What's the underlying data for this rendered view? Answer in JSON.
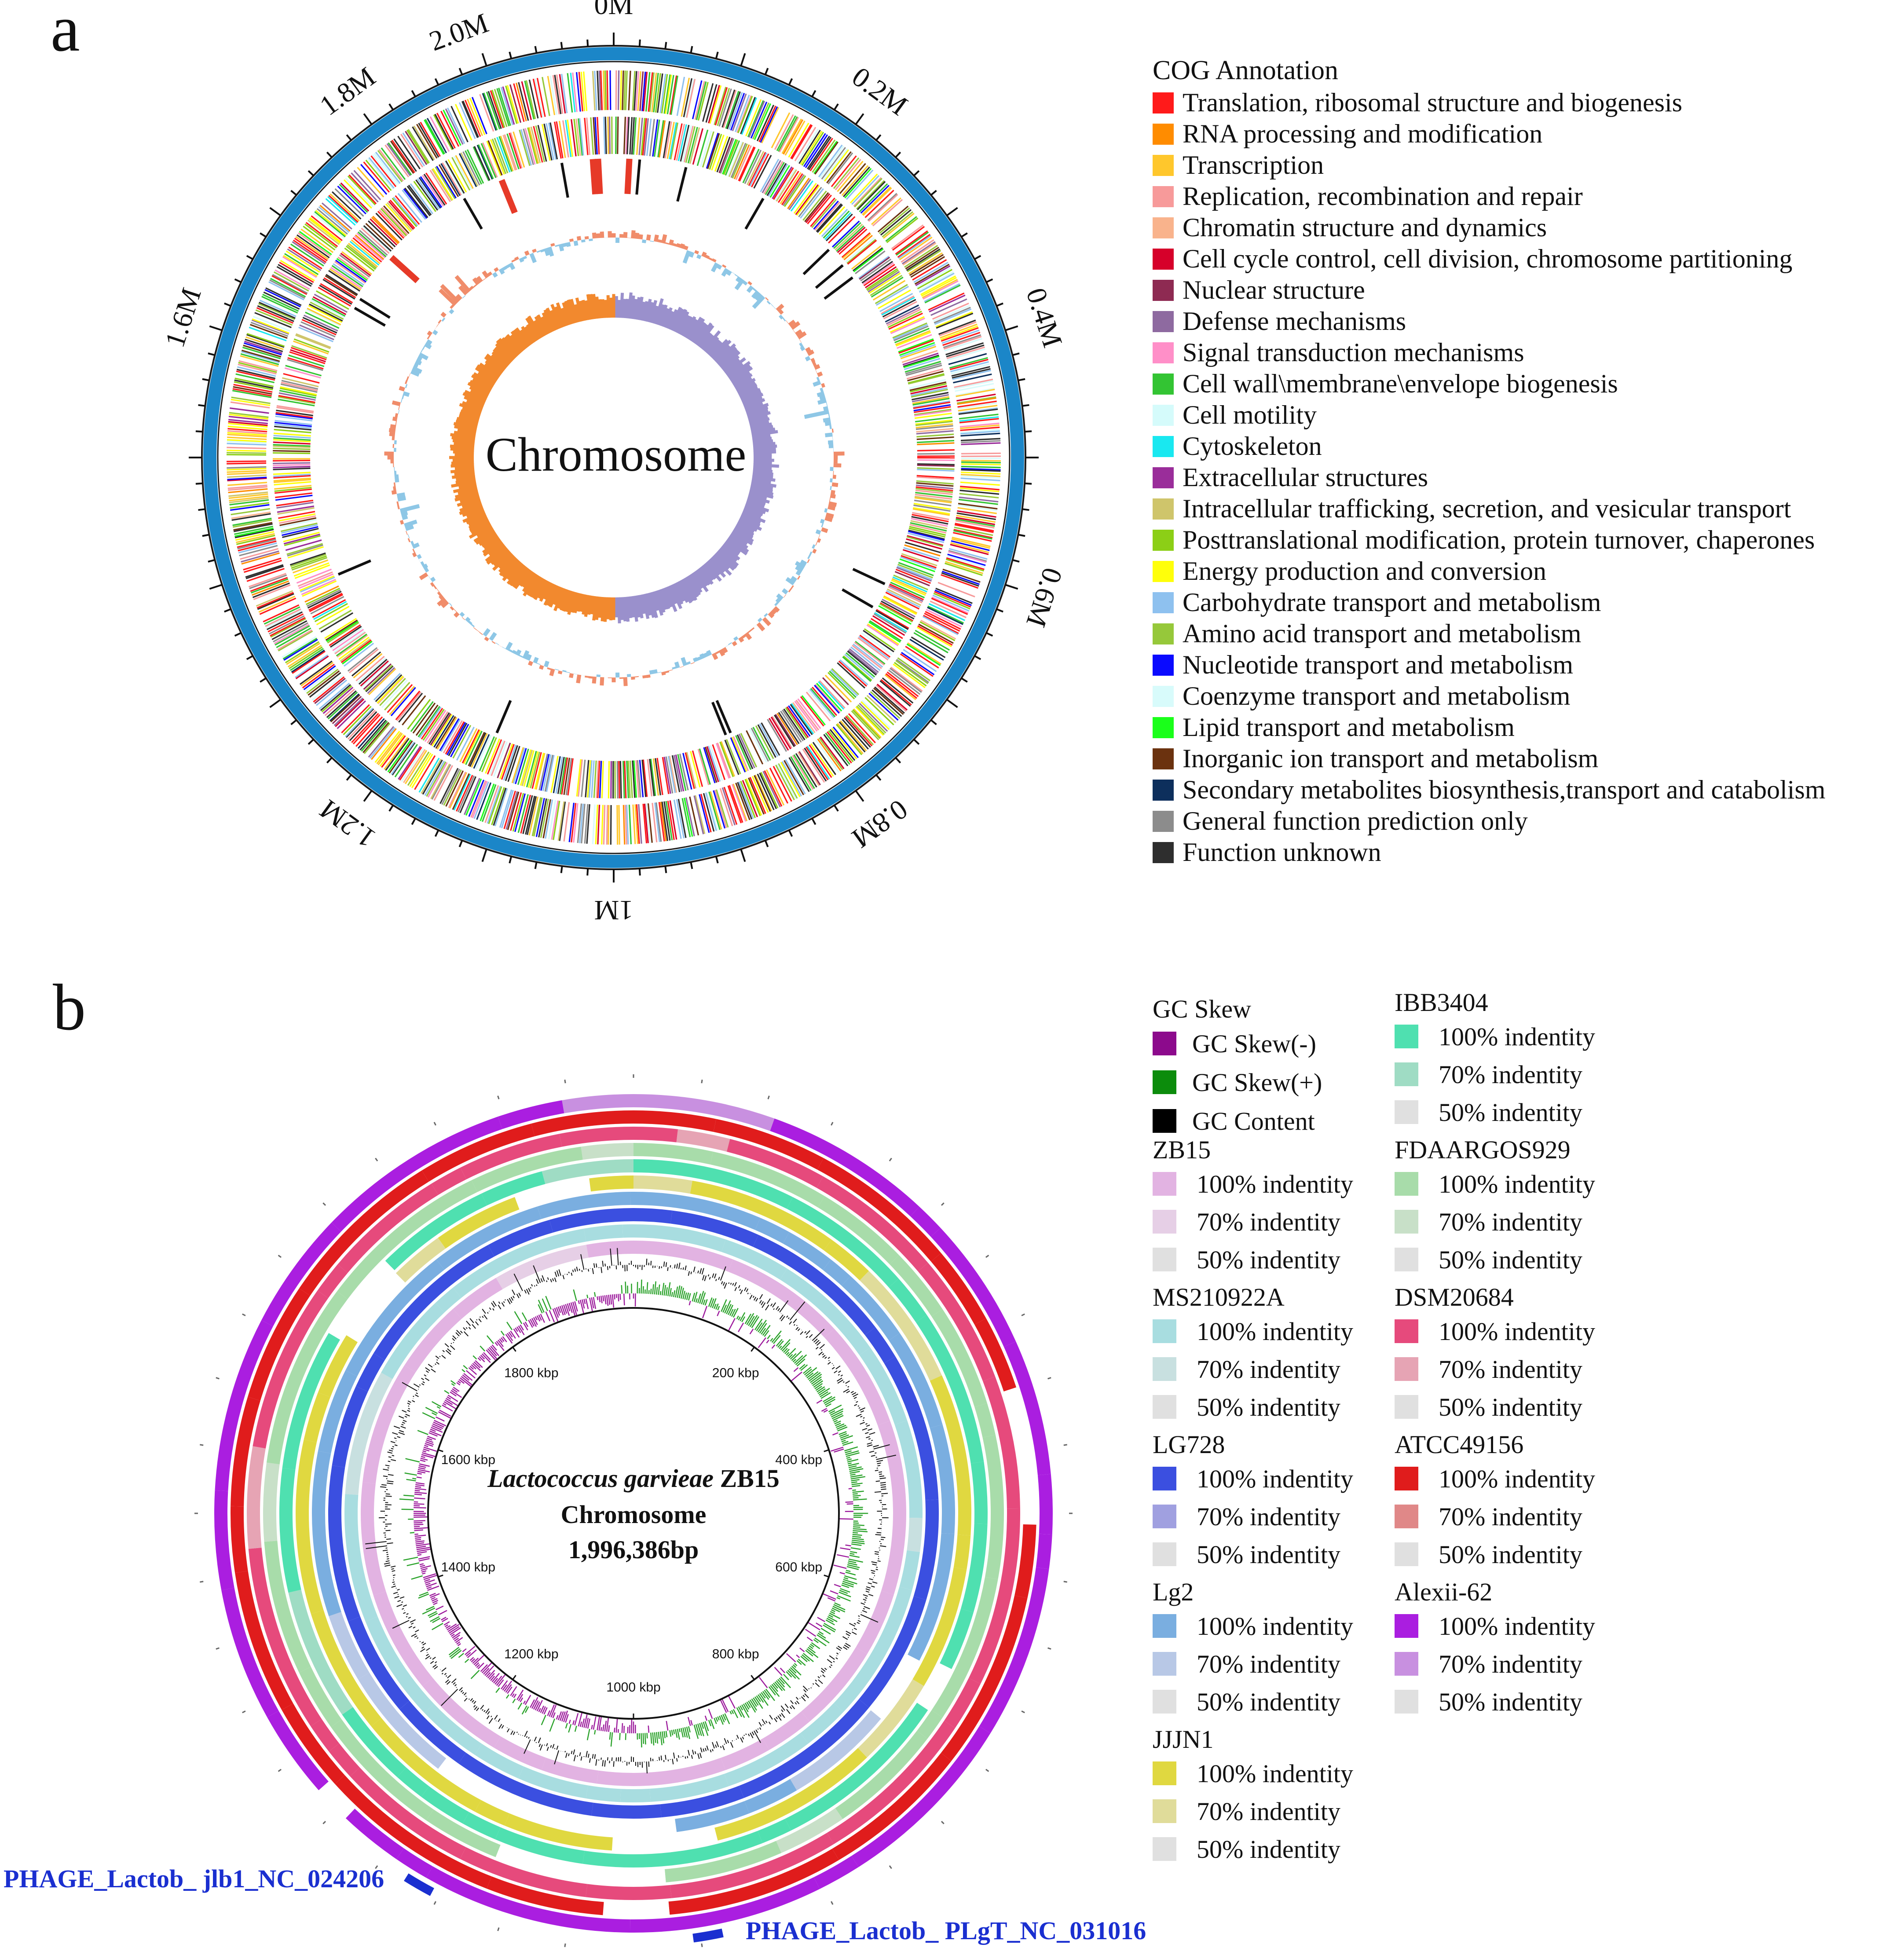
{
  "panel_a": {
    "letter": "a",
    "center_label": "Chromosome",
    "tick_labels": [
      {
        "text": "0M",
        "angle": 0
      },
      {
        "text": "0.2M",
        "angle": 36
      },
      {
        "text": "0.4M",
        "angle": 72
      },
      {
        "text": "0.6M",
        "angle": 108
      },
      {
        "text": "0.8M",
        "angle": 144
      },
      {
        "text": "1M",
        "angle": 180
      },
      {
        "text": "1.2M",
        "angle": 216
      },
      {
        "text": "1.6M",
        "angle": 288
      },
      {
        "text": "1.8M",
        "angle": 324
      },
      {
        "text": "2.0M",
        "angle": 340
      }
    ],
    "legend_title": "COG Annotation",
    "cog_categories": [
      {
        "label": "Translation, ribosomal structure and biogenesis",
        "color": "#ff1a1a"
      },
      {
        "label": "RNA processing and modification",
        "color": "#ff8c00"
      },
      {
        "label": "Transcription",
        "color": "#ffc72c"
      },
      {
        "label": "Replication, recombination and repair",
        "color": "#f79a9a"
      },
      {
        "label": "Chromatin structure and dynamics",
        "color": "#f9b38c"
      },
      {
        "label": "Cell cycle control, cell division, chromosome partitioning",
        "color": "#d6002a"
      },
      {
        "label": "Nuclear structure",
        "color": "#8e2a52"
      },
      {
        "label": "Defense mechanisms",
        "color": "#8e6aa0"
      },
      {
        "label": "Signal transduction mechanisms",
        "color": "#ff8fc8"
      },
      {
        "label": "Cell wall\\membrane\\envelope biogenesis",
        "color": "#33c433"
      },
      {
        "label": "Cell motility",
        "color": "#d5fbfb"
      },
      {
        "label": "Cytoskeleton",
        "color": "#19e8f0"
      },
      {
        "label": "Extracellular structures",
        "color": "#9a2d9a"
      },
      {
        "label": "Intracellular trafficking, secretion, and vesicular transport",
        "color": "#cfc56b"
      },
      {
        "label": "Posttranslational modification, protein turnover, chaperones",
        "color": "#8ccf16"
      },
      {
        "label": "Energy production and conversion",
        "color": "#ffff0a"
      },
      {
        "label": "Carbohydrate transport and metabolism",
        "color": "#8ec1ef"
      },
      {
        "label": "Amino acid transport and metabolism",
        "color": "#96c83a"
      },
      {
        "label": "Nucleotide transport and metabolism",
        "color": "#0a0aff"
      },
      {
        "label": "Coenzyme transport and metabolism",
        "color": "#d8fbfb"
      },
      {
        "label": "Lipid transport and metabolism",
        "color": "#1aff1a"
      },
      {
        "label": "Inorganic ion transport and metabolism",
        "color": "#6b320f"
      },
      {
        "label": "Secondary metabolites biosynthesis,transport and catabolism",
        "color": "#0d2f5c"
      },
      {
        "label": "General function prediction only",
        "color": "#8c8c8c"
      },
      {
        "label": "Function unknown",
        "color": "#2e2e2e"
      }
    ]
  },
  "panel_b": {
    "letter": "b",
    "center_title_italic": "Lactococcus garvieae",
    "center_title_rest": " ZB15",
    "center_line2": "Chromosome",
    "center_line3": "1,996,386bp",
    "kbp_labels": [
      "200 kbp",
      "400 kbp",
      "600 kbp",
      "800 kbp",
      "1000 kbp",
      "1200 kbp",
      "1400 kbp",
      "1600 kbp",
      "1800 kbp"
    ],
    "phage_labels": [
      "PHAGE_Lactob_ jlb1_NC_024206",
      "PHAGE_Lactob_ PLgT_NC_031016"
    ],
    "phage_color": "#1a2fd0",
    "gc_group": {
      "title": "GC Skew",
      "items": [
        {
          "label": "GC Skew(-)",
          "color": "#8c0a8c"
        },
        {
          "label": "GC Skew(+)",
          "color": "#0c8c0c"
        },
        {
          "label": "GC Content",
          "color": "#000000"
        }
      ]
    },
    "strains": [
      {
        "name": "ZB15",
        "label100": "100% indentity",
        "label70": "70% indentity",
        "label50": "50% indentity",
        "c100": "#e2b3e2",
        "c70": "#e6cfe6",
        "c50": "#e0e0e0"
      },
      {
        "name": "MS210922A",
        "label100": "100% indentity",
        "label70": "70% indentity",
        "label50": "50% indentity",
        "c100": "#a8dde0",
        "c70": "#c8e0e0",
        "c50": "#e0e0e0"
      },
      {
        "name": "LG728",
        "label100": "100% indentity",
        "label70": "70% indentity",
        "label50": "50% indentity",
        "c100": "#3b4fe0",
        "c70": "#a0a0e0",
        "c50": "#e0e0e0"
      },
      {
        "name": "Lg2",
        "label100": "100% indentity",
        "label70": "70% indentity",
        "label50": "50% indentity",
        "c100": "#7aaee0",
        "c70": "#b8c8e6",
        "c50": "#e0e0e0"
      },
      {
        "name": "JJJN1",
        "label100": "100% indentity",
        "label70": "70% indentity",
        "label50": "50% indentity",
        "c100": "#e0d840",
        "c70": "#e0dc9a",
        "c50": "#e0e0e0"
      },
      {
        "name": "IBB3404",
        "label100": "100% indentity",
        "label70": "70% indentity",
        "label50": "50% indentity",
        "c100": "#4fe0b0",
        "c70": "#9fdcc4",
        "c50": "#e0e0e0"
      },
      {
        "name": "FDAARGOS929",
        "label100": "100% indentity",
        "label70": "70% indentity",
        "label50": "50% indentity",
        "c100": "#a8dcaa",
        "c70": "#c8e0c8",
        "c50": "#e0e0e0"
      },
      {
        "name": "DSM20684",
        "label100": "100% indentity",
        "label70": "70% indentity",
        "label50": "50% indentity",
        "c100": "#e64a7c",
        "c70": "#e6a4b4",
        "c50": "#e0e0e0"
      },
      {
        "name": "ATCC49156",
        "label100": "100% indentity",
        "label70": "70% indentity",
        "label50": "50% indentity",
        "c100": "#e01c1c",
        "c70": "#e08888",
        "c50": "#e0e0e0"
      },
      {
        "name": "Alexii-62",
        "label100": "100% indentity",
        "label70": "70% indentity",
        "label50": "50% indentity",
        "c100": "#aa1ee0",
        "c70": "#c890e0",
        "c50": "#e0e0e0"
      }
    ],
    "ring_order_inner_to_outer": [
      "ZB15",
      "MS210922A",
      "LG728",
      "Lg2",
      "JJJN1",
      "IBB3404",
      "FDAARGOS929",
      "DSM20684",
      "ATCC49156",
      "Alexii-62"
    ]
  }
}
